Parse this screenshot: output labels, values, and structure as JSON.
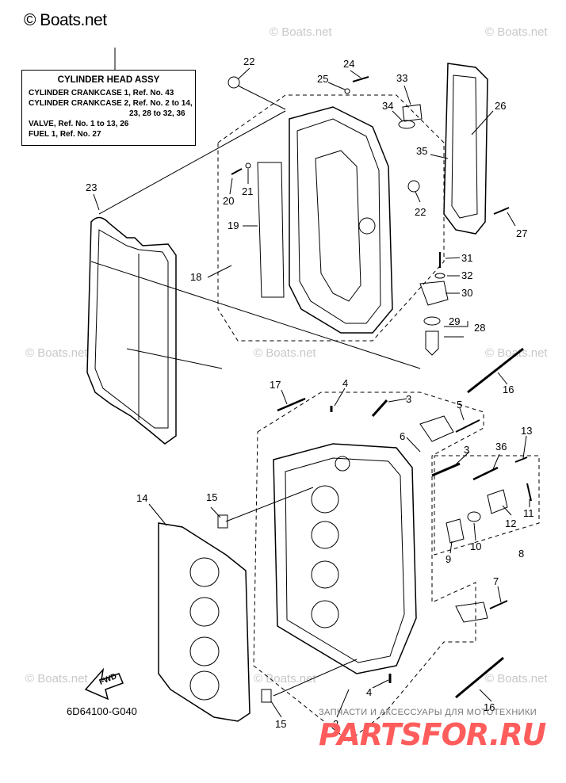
{
  "brand": "© Boats.net",
  "watermark": "© Boats.net",
  "legend": {
    "title": "CYLINDER HEAD ASSY",
    "lines": [
      "CYLINDER CRANKCASE 1,  Ref. No. 43",
      "CYLINDER CRANKCASE 2,  Ref. No. 2 to 14,",
      "23, 28 to 32, 36",
      "VALVE,  Ref. No. 1 to 13, 26",
      "FUEL 1,  Ref. No. 27"
    ]
  },
  "diagram_code": "6D64100-G040",
  "fwd_label": "FWD",
  "shop": {
    "tagline": "ЗАПЧАСТИ И АКСЕССУАРЫ ДЛЯ МОТОТЕХНИКИ",
    "logo": "PARTSFOR.RU"
  },
  "callouts": [
    "22",
    "24",
    "25",
    "33",
    "34",
    "26",
    "35",
    "21",
    "20",
    "22",
    "19",
    "23",
    "27",
    "18",
    "31",
    "32",
    "30",
    "29",
    "28",
    "17",
    "4",
    "3",
    "16",
    "5",
    "6",
    "3",
    "13",
    "36",
    "15",
    "14",
    "12",
    "11",
    "10",
    "9",
    "8",
    "7",
    "4",
    "16",
    "15",
    "2"
  ]
}
